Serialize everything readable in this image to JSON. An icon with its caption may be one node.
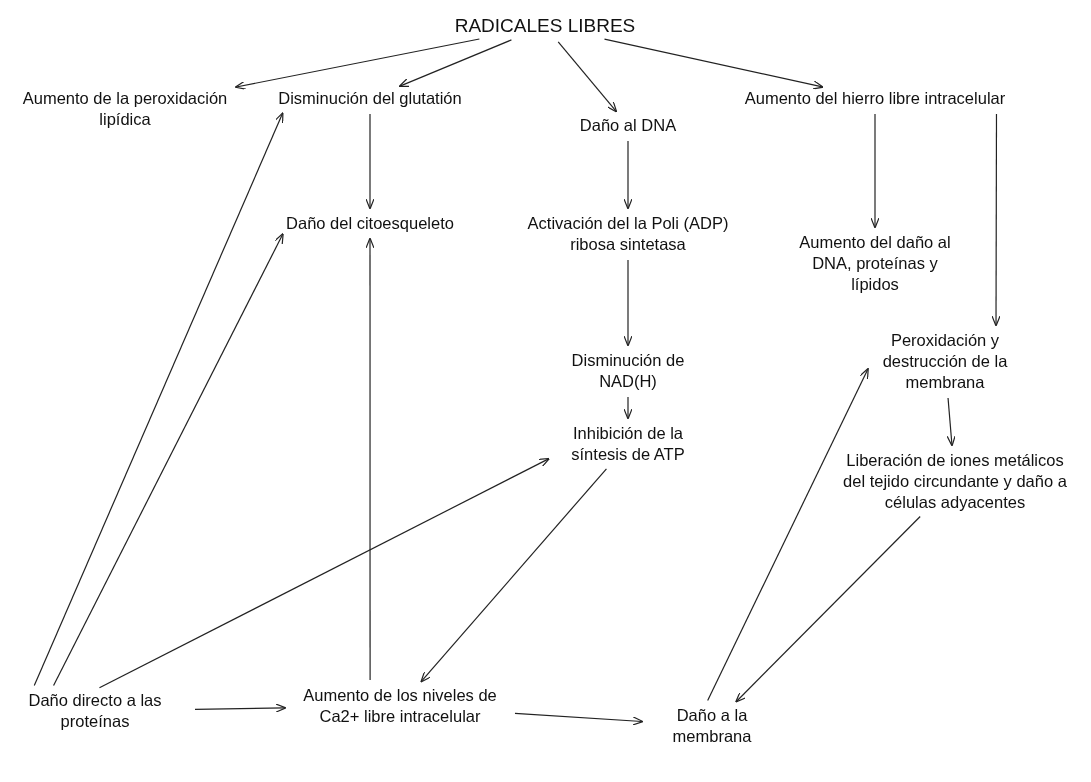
{
  "diagram": {
    "nodes": [
      {
        "text": [
          "RADICALES LIBRES"
        ]
      },
      {
        "text": [
          "Aumento de la peroxidación lipídica"
        ]
      },
      {
        "text": [
          "Disminución del glutatión"
        ]
      },
      {
        "text": [
          "Daño al DNA"
        ]
      },
      {
        "text": [
          "Aumento del hierro libre intracelular"
        ]
      },
      {
        "text": [
          "Daño del citoesqueleto"
        ]
      },
      {
        "text": [
          "Activación del la Poli (ADP) ribosa sintetasa"
        ]
      },
      {
        "text": [
          "Aumento del daño al DNA, proteínas y lípidos"
        ]
      },
      {
        "text": [
          "Disminución de NAD(H)"
        ]
      },
      {
        "text": [
          "Peroxidación y destrucción de la membrana"
        ]
      },
      {
        "text": [
          "Inhibición de la síntesis de ATP"
        ]
      },
      {
        "text": [
          "Liberación de iones metálicos del tejido circundante y daño a células adyacentes"
        ]
      },
      {
        "text": [
          "Daño directo a las proteínas"
        ]
      },
      {
        "text": [
          "Aumento de los niveles de Ca2+ libre intracelular"
        ]
      },
      {
        "text": [
          "Daño a la membrana"
        ]
      }
    ],
    "edges": [
      {
        "from": 0,
        "to": 1,
        "arrow": "to"
      },
      {
        "from": 0,
        "to": 2,
        "arrow": "to"
      },
      {
        "from": 0,
        "to": 3,
        "arrow": "to"
      },
      {
        "from": 0,
        "to": 4,
        "arrow": "to"
      },
      {
        "from": 2,
        "to": 5,
        "arrow": "to"
      },
      {
        "from": 3,
        "to": 6,
        "arrow": "to"
      },
      {
        "from": 4,
        "to": 7,
        "arrow": "to"
      },
      {
        "from": 4,
        "to": 9,
        "arrow": "to"
      },
      {
        "from": 6,
        "to": 8,
        "arrow": "to"
      },
      {
        "from": 8,
        "to": 10,
        "arrow": "to"
      },
      {
        "from": 9,
        "to": 11,
        "arrow": "to"
      },
      {
        "from": 12,
        "to": 2,
        "arrow": "to"
      },
      {
        "from": 12,
        "to": 5,
        "arrow": "to"
      },
      {
        "from": 12,
        "to": 10,
        "arrow": "to"
      },
      {
        "from": 10,
        "to": 13,
        "arrow": "to"
      },
      {
        "from": 13,
        "to": 5,
        "arrow": "to"
      },
      {
        "from": 12,
        "to": 13,
        "arrow": "to"
      },
      {
        "from": 13,
        "to": 14,
        "arrow": "to"
      },
      {
        "from": 11,
        "to": 14,
        "arrow": "to"
      },
      {
        "from": 14,
        "to": 9,
        "arrow": "to"
      }
    ]
  }
}
